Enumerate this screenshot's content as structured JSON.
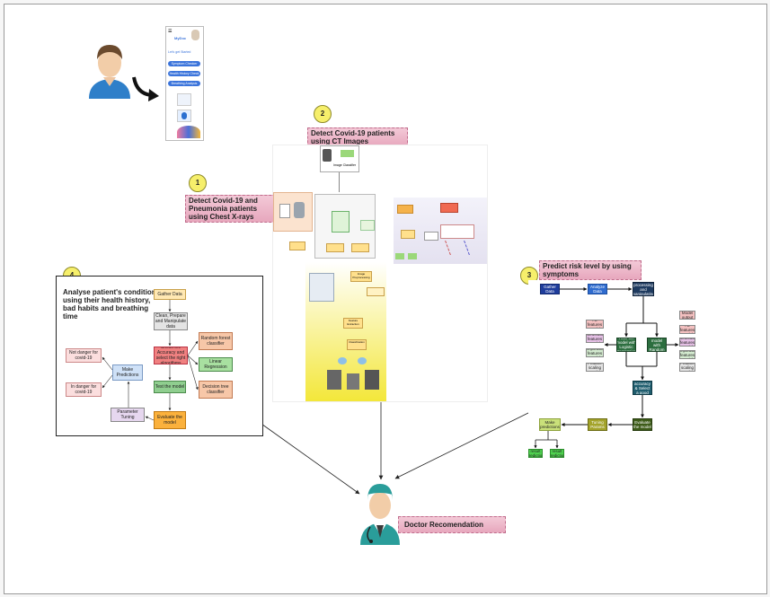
{
  "steps": [
    {
      "number": "1",
      "title": "Detect Covid-19 and Pneumonia patients using Chest X-rays"
    },
    {
      "number": "2",
      "title": "Detect Covid-19 patients using CT Images"
    },
    {
      "number": "3",
      "title": "Predict risk level by using symptoms"
    },
    {
      "number": "4",
      "title": "Analyse patient's condition using their health history, bad habits and breathing time"
    }
  ],
  "doctor": {
    "label": "Doctor Recomendation"
  },
  "app": {
    "brand": "MyDoc",
    "greeting": "Let's get Started",
    "buttons": [
      "Symptom Checker",
      "Health History Check",
      "Breathing Analysis"
    ]
  },
  "ct_flow": {
    "top_label": "Image Classifier",
    "mid_labels": [
      "Image Preprocessing",
      "Feature Extraction",
      "Classification"
    ]
  },
  "analysis_flow": {
    "nodes": {
      "gather": "Gather Data",
      "clean": "Clean, Prepare and Manipulate data",
      "check": "Check the Accuracy and select the right algorithms",
      "test": "Test the model",
      "evaluate": "Evaluate the model",
      "tuning": "Parameter Tuning",
      "predictions": "Make Predictions",
      "not_danger": "Not danger for covid-19",
      "in_danger": "In danger for covid-19",
      "random_forest": "Random forest classifier",
      "linear": "Linear Regression",
      "decision_tree": "Decision tree classifier"
    }
  },
  "risk_flow": {
    "nodes": {
      "gather": "Gather Data",
      "analyze": "Analyze Data",
      "preprocess": "Pre-processing and manipulating data",
      "train_a": "Train the model with Logistic Regression",
      "train_b": "Train the model with Random Forest",
      "check": "Check accuracy & Select a good Model",
      "evaluate": "Evaluate the model",
      "tuning": "Tuning Params",
      "predict": "Make predictions",
      "out_a": "result prediction",
      "out_b": "result prediction"
    },
    "left_side": [
      "All features Model",
      "Selected features Model",
      "Important features Model",
      "Feature scaling Model"
    ],
    "right_side": [
      "Model output",
      "All features Model",
      "Selected features Model",
      "Important features Model",
      "Feature scaling Model"
    ]
  },
  "colors": {
    "tag_pink": "#e7a7bd",
    "number_yellow": "#f6ef6b",
    "dark_green": "#2c6e3f",
    "navy": "#1f3d9c"
  }
}
